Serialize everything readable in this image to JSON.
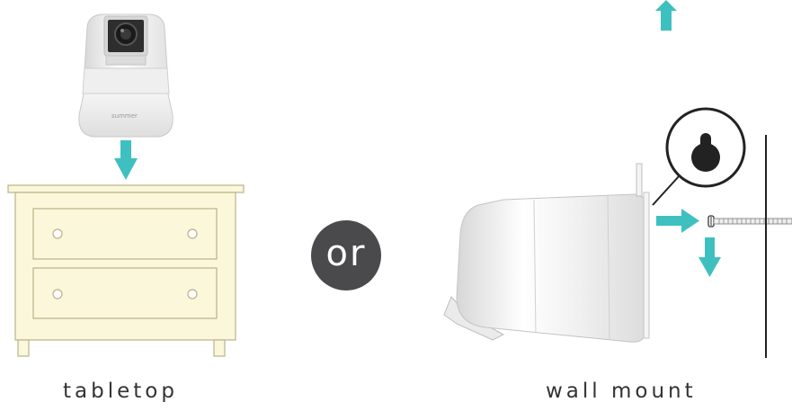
{
  "options": {
    "left_caption": "tabletop",
    "separator": "or",
    "right_caption": "wall mount"
  },
  "camera": {
    "brand_text": "summer"
  },
  "icons": [
    "camera-icon",
    "dresser-icon",
    "wall-camera-icon",
    "keyhole-icon",
    "screw-icon",
    "arrow-down-icon",
    "arrow-right-icon",
    "arrow-up-icon"
  ],
  "colors": {
    "arrow": "#3fc0c0",
    "badge": "#4a4a4c",
    "dresser": "#fbf7da",
    "dresser_outline": "#b9b38a",
    "text": "#333333"
  }
}
